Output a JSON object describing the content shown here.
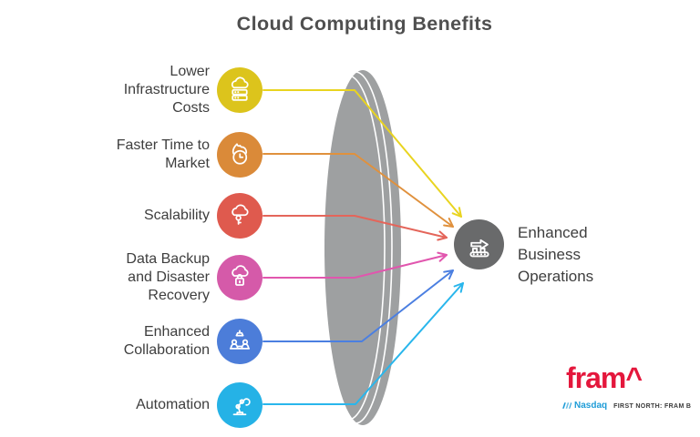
{
  "title": "Cloud Computing Benefits",
  "benefits": [
    {
      "label_lines": [
        "Lower",
        "Infrastructure",
        "Costs"
      ],
      "icon": "cloud-server-icon",
      "color": "#DCC41C",
      "arrow_color": "#E9D420"
    },
    {
      "label_lines": [
        "Faster Time to",
        "Market"
      ],
      "icon": "flame-clock-icon",
      "color": "#DA8A39",
      "arrow_color": "#E0913D"
    },
    {
      "label_lines": [
        "Scalability"
      ],
      "icon": "cloud-key-icon",
      "color": "#DF5A4E",
      "arrow_color": "#E4655A"
    },
    {
      "label_lines": [
        "Data Backup",
        "and Disaster",
        "Recovery"
      ],
      "icon": "cloud-lock-icon",
      "color": "#D55AA9",
      "arrow_color": "#E156AE"
    },
    {
      "label_lines": [
        "Enhanced",
        "Collaboration"
      ],
      "icon": "team-collaboration-icon",
      "color": "#4C7DD9",
      "arrow_color": "#4B7FE1"
    },
    {
      "label_lines": [
        "Automation"
      ],
      "icon": "robot-arm-icon",
      "color": "#25B2E6",
      "arrow_color": "#29B6EC"
    }
  ],
  "outcome": {
    "label_lines": [
      "Enhanced",
      "Business",
      "Operations"
    ],
    "icon": "conveyor-arrow-icon",
    "color": "#696A6B"
  },
  "funnel": {
    "color": "#9EA0A1"
  },
  "footer": {
    "brand": "fram^",
    "brand_color": "#E4173C",
    "exchange": "Nasdaq",
    "exchange_color": "#1E9CD7",
    "listing": "FIRST NORTH: FRAM B"
  }
}
